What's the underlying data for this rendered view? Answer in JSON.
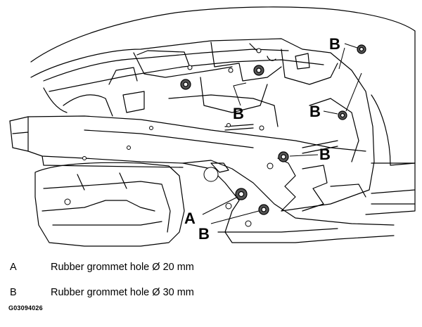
{
  "callouts": [
    "A",
    "B"
  ],
  "legend": [
    {
      "key": "A",
      "description": "Rubber grommet hole Ø 20 mm"
    },
    {
      "key": "B",
      "description": "Rubber grommet hole Ø 30 mm"
    }
  ],
  "figure_code": "G03094026"
}
